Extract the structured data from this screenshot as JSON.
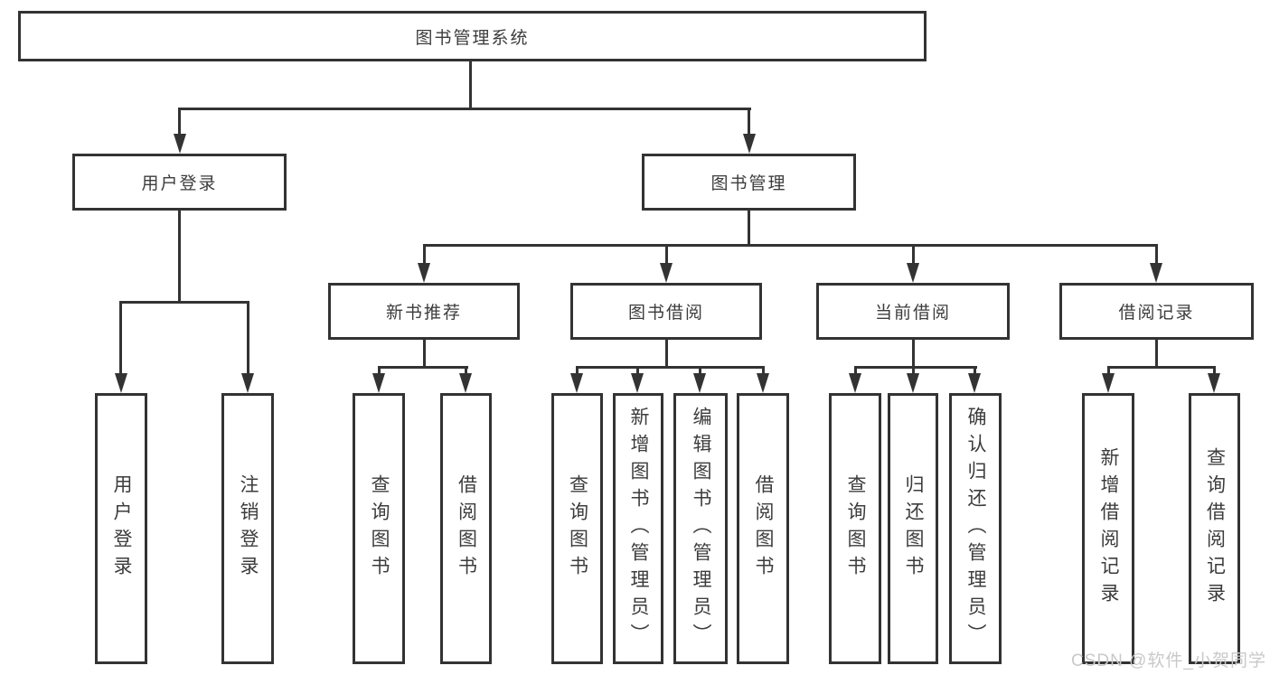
{
  "diagram": {
    "root": {
      "label": "图书管理系统",
      "children": [
        {
          "label": "用户登录",
          "children": [
            {
              "label": "用户登录"
            },
            {
              "label": "注销登录"
            }
          ]
        },
        {
          "label": "图书管理",
          "children": [
            {
              "label": "新书推荐",
              "children": [
                {
                  "label": "查询图书"
                },
                {
                  "label": "借阅图书"
                }
              ]
            },
            {
              "label": "图书借阅",
              "children": [
                {
                  "label": "查询图书"
                },
                {
                  "label": "新增图书（管理员）"
                },
                {
                  "label": "编辑图书（管理员）"
                },
                {
                  "label": "借阅图书"
                }
              ]
            },
            {
              "label": "当前借阅",
              "children": [
                {
                  "label": "查询图书"
                },
                {
                  "label": "归还图书"
                },
                {
                  "label": "确认归还（管理员）"
                }
              ]
            },
            {
              "label": "借阅记录",
              "children": [
                {
                  "label": "新增借阅记录"
                },
                {
                  "label": "查询借阅记录"
                }
              ]
            }
          ]
        }
      ]
    }
  },
  "watermark": {
    "text": "CSDN @软件_小贺同学"
  },
  "colors": {
    "line": "#333333",
    "text": "#3c3c3c",
    "watermark": "#c9c9c9",
    "background": "#ffffff"
  }
}
